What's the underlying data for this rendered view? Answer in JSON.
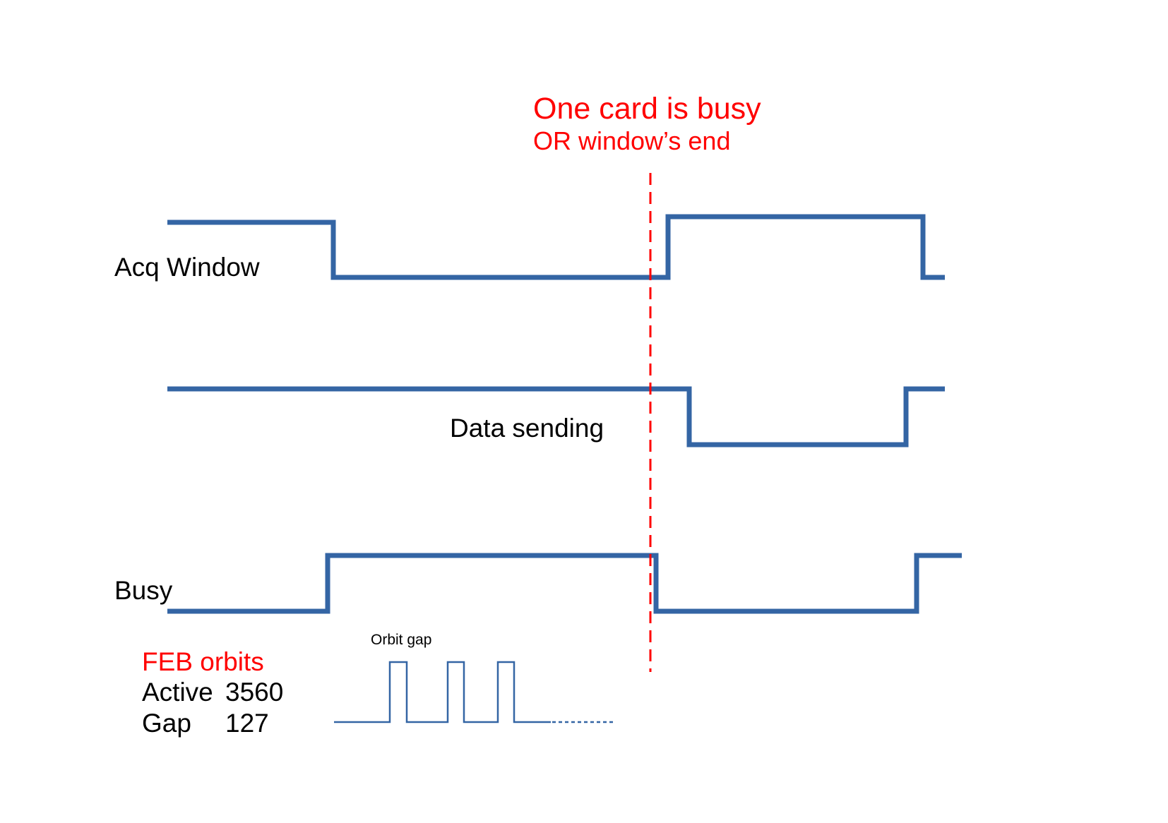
{
  "annotation": {
    "line1": "One card is busy",
    "line2": "OR window’s end",
    "color": "#ff0000"
  },
  "signals": [
    {
      "name": "Acq Window",
      "levels": [
        "high",
        "low",
        "high",
        "low"
      ]
    },
    {
      "name": "Data sending",
      "levels": [
        "high",
        "low",
        "high"
      ]
    },
    {
      "name": "Busy",
      "levels": [
        "low",
        "high",
        "low",
        "high"
      ]
    }
  ],
  "orbit_gap_label": "Orbit gap",
  "feb_orbits": {
    "title": "FEB orbits",
    "active_label": "Active",
    "active_value": "3560",
    "gap_label": "Gap",
    "gap_value": "127"
  },
  "colors": {
    "waveform": "#3465a4",
    "marker": "#ff0000",
    "text": "#000000"
  }
}
